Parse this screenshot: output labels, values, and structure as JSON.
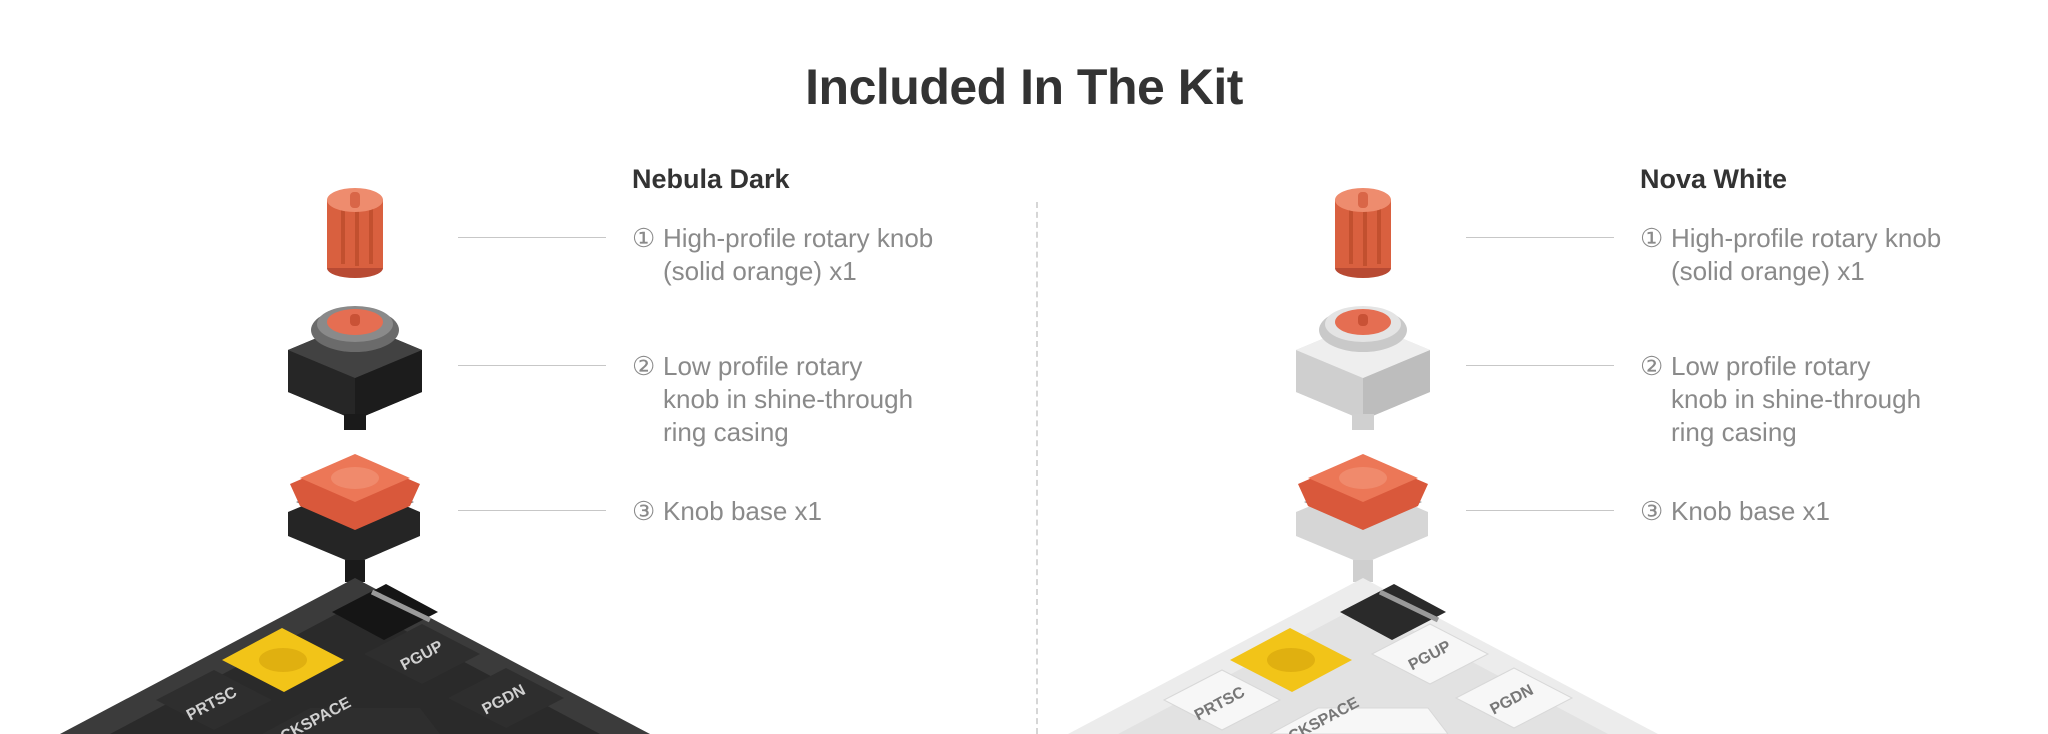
{
  "title": "Included In The Kit",
  "variants": [
    {
      "name": "Nebula Dark",
      "items": [
        {
          "num": "①",
          "lines": [
            "High-profile rotary knob",
            "(solid orange) x1"
          ]
        },
        {
          "num": "②",
          "lines": [
            "Low profile rotary",
            "knob in shine-through",
            "ring casing"
          ]
        },
        {
          "num": "③",
          "lines": [
            "Knob base x1"
          ]
        }
      ],
      "keycaps": [
        "PRTSC",
        "PGUP",
        "PGDN",
        "CKSPACE"
      ]
    },
    {
      "name": "Nova White",
      "items": [
        {
          "num": "①",
          "lines": [
            "High-profile rotary knob",
            "(solid orange) x1"
          ]
        },
        {
          "num": "②",
          "lines": [
            "Low profile rotary",
            "knob in shine-through",
            "ring casing"
          ]
        },
        {
          "num": "③",
          "lines": [
            "Knob base x1"
          ]
        }
      ],
      "keycaps": [
        "PRTSC",
        "PGUP",
        "PGDN",
        "CKSPACE"
      ]
    }
  ],
  "colors": {
    "knob_orange": "#e06a4e",
    "accent_yellow": "#f2c418",
    "dark_case": "#333333",
    "light_case": "#e9e9e9"
  }
}
